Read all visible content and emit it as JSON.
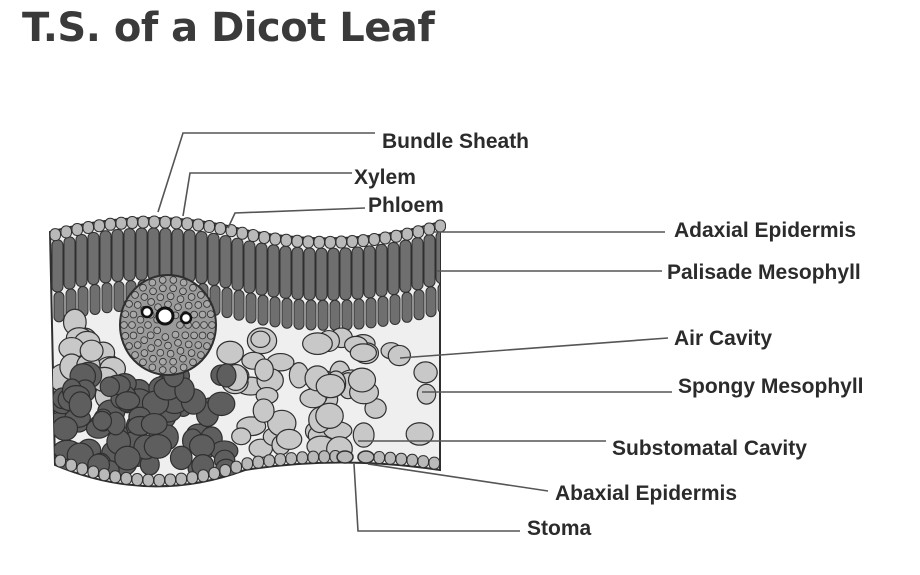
{
  "title": "T.S. of a Dicot Leaf",
  "labels": {
    "bundle_sheath": "Bundle Sheath",
    "xylem": "Xylem",
    "phloem": "Phloem",
    "adaxial_epidermis": "Adaxial Epidermis",
    "palisade_mesophyll": "Palisade Mesophyll",
    "air_cavity": "Air Cavity",
    "spongy_mesophyll": "Spongy Mesophyll",
    "substomatal_cavity": "Substomatal Cavity",
    "abaxial_epidermis": "Abaxial Epidermis",
    "stoma": "Stoma"
  },
  "colors": {
    "epidermis": "#b9b9b9",
    "palisade": "#6f6f6f",
    "spongy": "#c8c8c8",
    "vascular_dark": "#5e5e5e",
    "outline": "#2f2f2f"
  }
}
